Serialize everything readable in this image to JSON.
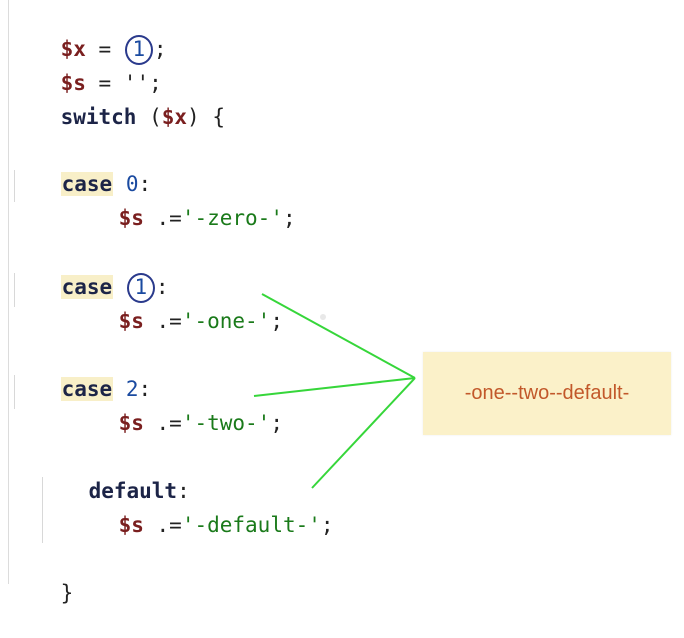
{
  "code": {
    "l1_var": "$x",
    "l1_op": " = ",
    "l1_val": "1",
    "l1_end": ";",
    "l2_var": "$s",
    "l2_rest": " = '';",
    "l3_kw": "switch",
    "l3_open": " (",
    "l3_var": "$x",
    "l3_close": ") {",
    "case_kw": "case",
    "case0_val": "0",
    "case1_val": "1",
    "case2_val": "2",
    "colon": ":",
    "assign_var": "$s",
    "assign_op": " .=",
    "str_zero": "'-zero-'",
    "str_one": "'-one-'",
    "str_two": "'-two-'",
    "default_kw": "default",
    "str_default": "'-default-'",
    "semi": ";",
    "close_brace": "}"
  },
  "result": {
    "text": "-one--two--default-",
    "box_color": "#fbf1c9",
    "text_color": "#c2582a"
  },
  "colors": {
    "arrow": "#36d63a",
    "circle": "#2a3a8c"
  }
}
